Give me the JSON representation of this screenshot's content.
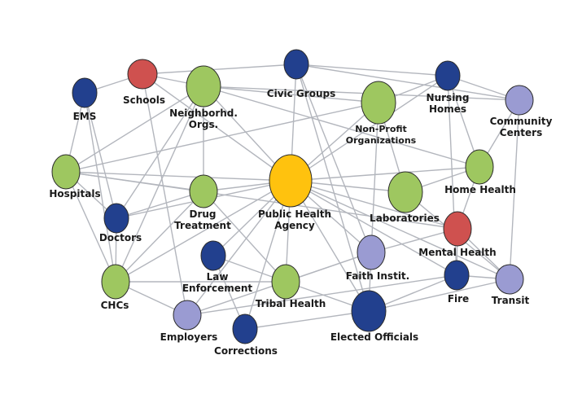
{
  "colors": {
    "background": "#ffffff",
    "edge": "#b3b6bd",
    "agency": "#ffc20e",
    "community": "#9ec760",
    "government": "#22408e",
    "private": "#9a9bd2",
    "health_service": "#cf514f"
  },
  "nodes": [
    {
      "id": "agency",
      "label": [
        "Public Health",
        "Agency"
      ],
      "group": "agency"
    },
    {
      "id": "schools",
      "label": [
        "Schools"
      ],
      "group": "health_service"
    },
    {
      "id": "neighborhood",
      "label": [
        "Neighborhd.",
        "Orgs."
      ],
      "group": "community"
    },
    {
      "id": "civic",
      "label": [
        "Civic Groups"
      ],
      "group": "government"
    },
    {
      "id": "ems",
      "label": [
        "EMS"
      ],
      "group": "government"
    },
    {
      "id": "nursing",
      "label": [
        "Nursing",
        "Homes"
      ],
      "group": "government"
    },
    {
      "id": "community_centers",
      "label": [
        "Community",
        "Centers"
      ],
      "group": "private"
    },
    {
      "id": "nonprofit",
      "label": [
        "Non-Profit",
        "Organizations"
      ],
      "group": "community"
    },
    {
      "id": "hospitals",
      "label": [
        "Hospitals"
      ],
      "group": "community"
    },
    {
      "id": "drug",
      "label": [
        "Drug",
        "Treatment"
      ],
      "group": "community"
    },
    {
      "id": "doctors",
      "label": [
        "Doctors"
      ],
      "group": "government"
    },
    {
      "id": "laboratories",
      "label": [
        "Laboratories"
      ],
      "group": "community"
    },
    {
      "id": "home_health",
      "label": [
        "Home Health"
      ],
      "group": "community"
    },
    {
      "id": "mental_health",
      "label": [
        "Mental Health"
      ],
      "group": "health_service"
    },
    {
      "id": "law",
      "label": [
        "Law",
        "Enforcement"
      ],
      "group": "government"
    },
    {
      "id": "faith",
      "label": [
        "Faith Instit."
      ],
      "group": "private"
    },
    {
      "id": "chcs",
      "label": [
        "CHCs"
      ],
      "group": "community"
    },
    {
      "id": "tribal",
      "label": [
        "Tribal Health"
      ],
      "group": "community"
    },
    {
      "id": "fire",
      "label": [
        "Fire"
      ],
      "group": "government"
    },
    {
      "id": "transit",
      "label": [
        "Transit"
      ],
      "group": "private"
    },
    {
      "id": "employers",
      "label": [
        "Employers"
      ],
      "group": "private"
    },
    {
      "id": "corrections",
      "label": [
        "Corrections"
      ],
      "group": "government"
    },
    {
      "id": "elected",
      "label": [
        "Elected Officials"
      ],
      "group": "government"
    }
  ],
  "edges": [
    [
      "agency",
      "neighborhood"
    ],
    [
      "agency",
      "civic"
    ],
    [
      "agency",
      "nonprofit"
    ],
    [
      "agency",
      "hospitals"
    ],
    [
      "agency",
      "doctors"
    ],
    [
      "agency",
      "drug"
    ],
    [
      "agency",
      "laboratories"
    ],
    [
      "agency",
      "home_health"
    ],
    [
      "agency",
      "mental_health"
    ],
    [
      "agency",
      "law"
    ],
    [
      "agency",
      "faith"
    ],
    [
      "agency",
      "chcs"
    ],
    [
      "agency",
      "tribal"
    ],
    [
      "agency",
      "fire"
    ],
    [
      "agency",
      "transit"
    ],
    [
      "agency",
      "employers"
    ],
    [
      "agency",
      "corrections"
    ],
    [
      "agency",
      "elected"
    ],
    [
      "agency",
      "nursing"
    ],
    [
      "agency",
      "schools"
    ],
    [
      "schools",
      "civic"
    ],
    [
      "schools",
      "neighborhood"
    ],
    [
      "schools",
      "ems"
    ],
    [
      "schools",
      "employers"
    ],
    [
      "civic",
      "nursing"
    ],
    [
      "civic",
      "community_centers"
    ],
    [
      "civic",
      "elected"
    ],
    [
      "civic",
      "faith"
    ],
    [
      "neighborhood",
      "nonprofit"
    ],
    [
      "neighborhood",
      "drug"
    ],
    [
      "neighborhood",
      "hospitals"
    ],
    [
      "neighborhood",
      "chcs"
    ],
    [
      "neighborhood",
      "doctors"
    ],
    [
      "neighborhood",
      "home_health"
    ],
    [
      "nonprofit",
      "nursing"
    ],
    [
      "nonprofit",
      "laboratories"
    ],
    [
      "nonprofit",
      "faith"
    ],
    [
      "nonprofit",
      "hospitals"
    ],
    [
      "ems",
      "hospitals"
    ],
    [
      "ems",
      "doctors"
    ],
    [
      "ems",
      "chcs"
    ],
    [
      "nursing",
      "home_health"
    ],
    [
      "nursing",
      "community_centers"
    ],
    [
      "nursing",
      "fire"
    ],
    [
      "community_centers",
      "home_health"
    ],
    [
      "community_centers",
      "transit"
    ],
    [
      "community_centers",
      "neighborhood"
    ],
    [
      "hospitals",
      "doctors"
    ],
    [
      "hospitals",
      "chcs"
    ],
    [
      "hospitals",
      "drug"
    ],
    [
      "hospitals",
      "mental_health"
    ],
    [
      "doctors",
      "drug"
    ],
    [
      "doctors",
      "chcs"
    ],
    [
      "drug",
      "tribal"
    ],
    [
      "drug",
      "chcs"
    ],
    [
      "home_health",
      "mental_health"
    ],
    [
      "home_health",
      "laboratories"
    ],
    [
      "mental_health",
      "fire"
    ],
    [
      "mental_health",
      "transit"
    ],
    [
      "mental_health",
      "faith"
    ],
    [
      "law",
      "corrections"
    ],
    [
      "law",
      "tribal"
    ],
    [
      "chcs",
      "tribal"
    ],
    [
      "chcs",
      "employers"
    ],
    [
      "tribal",
      "elected"
    ],
    [
      "tribal",
      "faith"
    ],
    [
      "faith",
      "elected"
    ],
    [
      "faith",
      "employers"
    ],
    [
      "fire",
      "transit"
    ],
    [
      "fire",
      "elected"
    ],
    [
      "transit",
      "elected"
    ],
    [
      "transit",
      "laboratories"
    ],
    [
      "corrections",
      "elected"
    ],
    [
      "employers",
      "fire"
    ]
  ]
}
